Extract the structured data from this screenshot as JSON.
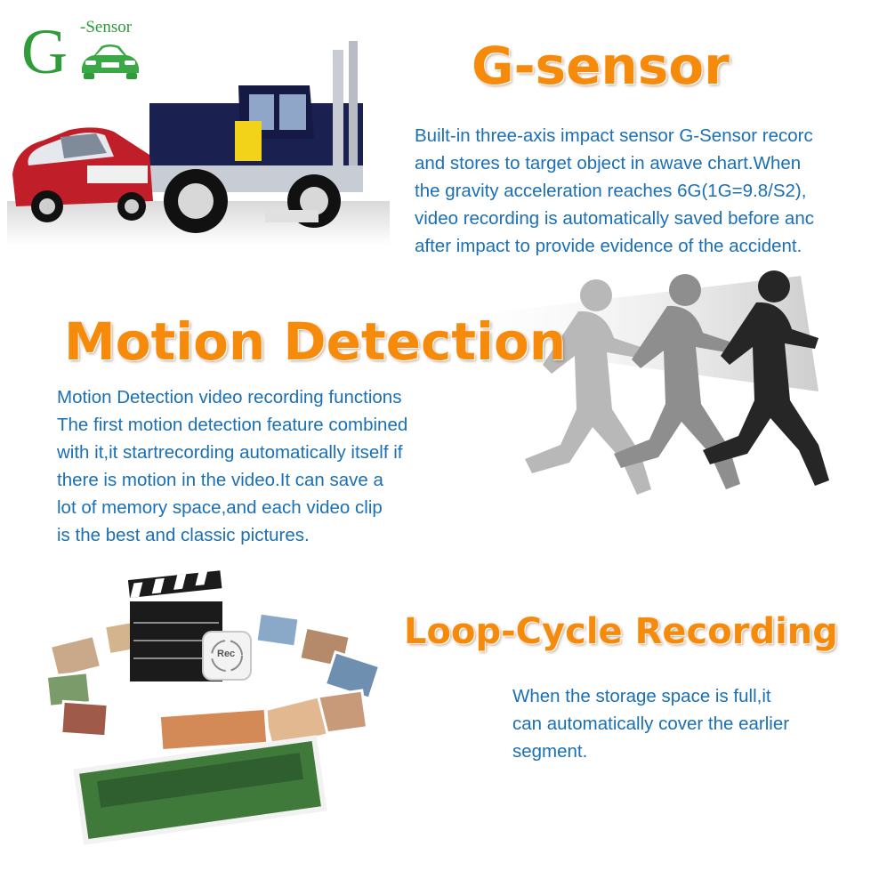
{
  "logo": {
    "letter": "G",
    "sensor_label": "-Sensor",
    "color": "#2f9b39"
  },
  "colors": {
    "heading": "#f58a0b",
    "body": "#1a6fb5"
  },
  "gsensor": {
    "title": "G-sensor",
    "lines": [
      "Built-in three-axis impact sensor G-Sensor recorc",
      "and stores to target object in awave chart.When",
      "the gravity acceleration reaches 6G(1G=9.8/S2),",
      "video recording is automatically saved before anc",
      " after impact to provide evidence of the accident."
    ]
  },
  "motion": {
    "title": "Motion Detection",
    "lines": [
      "Motion Detection video recording functions",
      "The first motion detection feature combined",
      "with it,it startrecording automatically itself if",
      " there is motion in the video.It can save a",
      "lot of memory space,and each video clip",
      "is the best and classic pictures."
    ]
  },
  "loop": {
    "title": "Loop-Cycle Recording",
    "lines": [
      "When the storage space is full,it",
      "can automatically cover the earlier",
      "segment."
    ],
    "rec_label": "Rec"
  }
}
